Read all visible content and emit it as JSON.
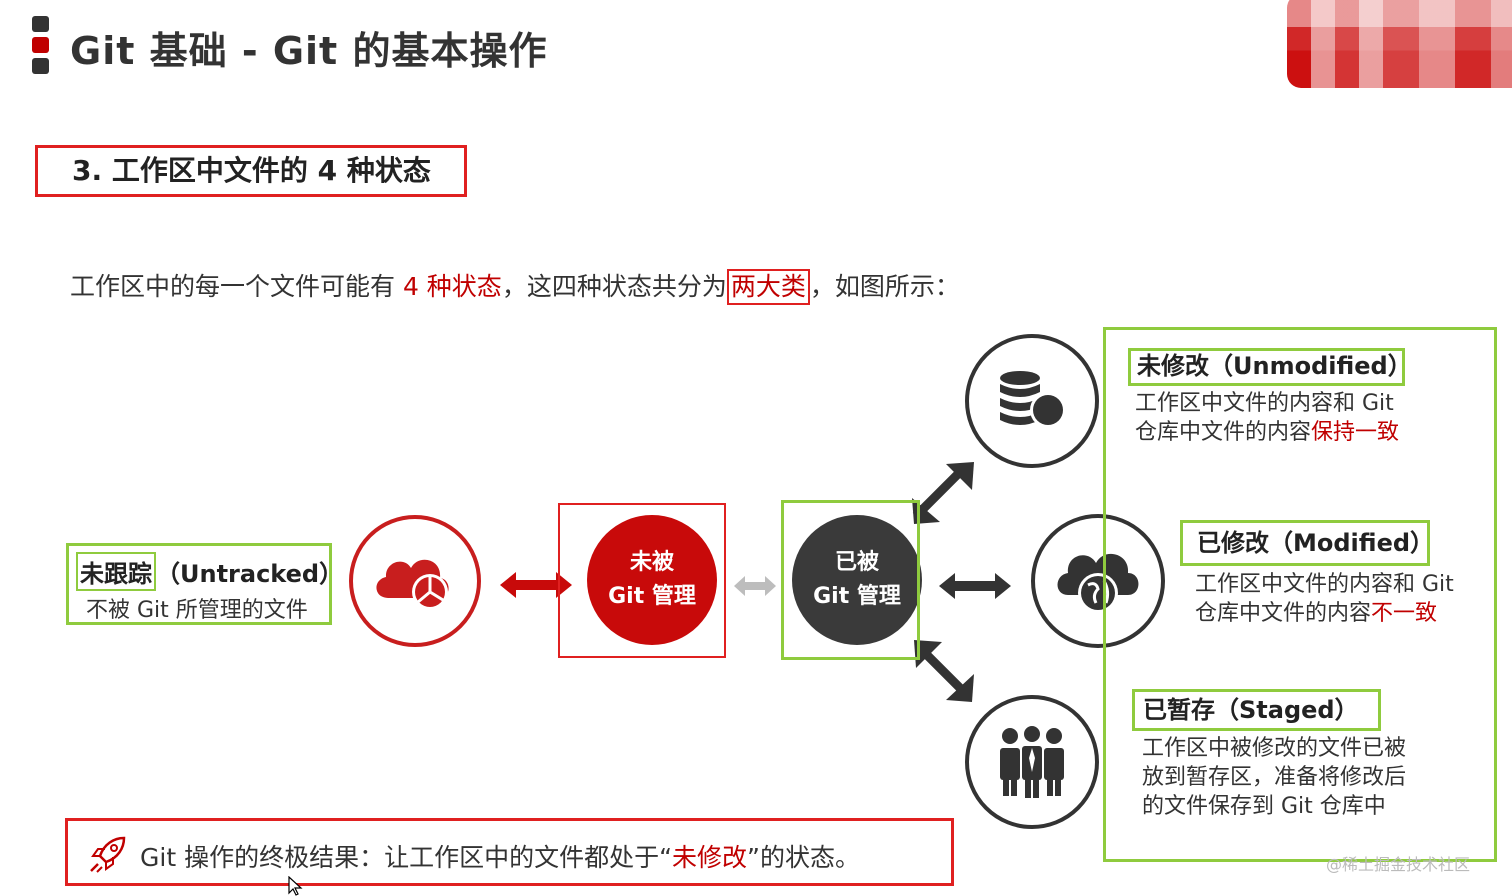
{
  "header": {
    "title": "Git 基础 - Git 的基本操作"
  },
  "section": {
    "title": "3. 工作区中文件的 4 种状态"
  },
  "intro": {
    "part1": "工作区中的每一个文件可能有 ",
    "highlight1": "4 种状态",
    "part2": "，这四种状态共分为",
    "highlight2": "两大类",
    "part3": "，如图所示："
  },
  "untracked": {
    "label": "未跟踪",
    "label_en": "（Untracked）",
    "desc": "不被 Git 所管理的文件"
  },
  "center": {
    "unmanaged": {
      "line1": "未被",
      "line2": "Git 管理"
    },
    "managed": {
      "line1": "已被",
      "line2": "Git 管理"
    }
  },
  "states": {
    "unmodified": {
      "title": "未修改（Unmodified）",
      "desc1": "工作区中文件的内容和 Git",
      "desc2_a": "仓库中文件的内容",
      "desc2_b": "保持一致"
    },
    "modified": {
      "title": "已修改（Modified）",
      "desc1": "工作区中文件的内容和 Git",
      "desc2_a": "仓库中文件的内容",
      "desc2_b": "不一致"
    },
    "staged": {
      "title": "已暂存（Staged）",
      "desc1": "工作区中被修改的文件已被",
      "desc2": "放到暂存区，准备将修改后",
      "desc3": "的文件保存到 Git 仓库中"
    }
  },
  "bottom": {
    "part1": "Git 操作的终极结果：让工作区中的文件都处于“",
    "highlight": "未修改",
    "part2": "”的状态。"
  },
  "watermark": "@稀土掘金技术社区",
  "colors": {
    "accent_red": "#c00000",
    "frame_green": "#8fcb3e",
    "dark": "#333333"
  }
}
